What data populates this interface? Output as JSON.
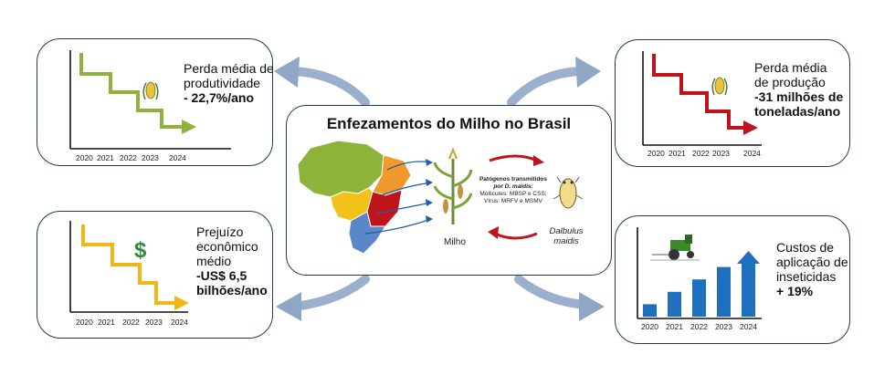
{
  "center": {
    "title": "Enfezamentos do Milho no Brasil",
    "milho_label": "Milho",
    "insect_label_1": "Dalbulus",
    "insect_label_2": "maidis",
    "pathogens_line1": "Patógenos transmitidos",
    "pathogens_line2": "por D. maidis:",
    "pathogens_line3": "Mollicutes: MBSP e CSS;",
    "pathogens_line4": "Vírus: MRFV e MSMV"
  },
  "years": [
    "2020",
    "2021",
    "2022",
    "2023",
    "2024"
  ],
  "top_left": {
    "line1": "Perda média de",
    "line2": "produtividade",
    "value": "- 22,7%/ano",
    "color": "#8db33a",
    "icon": "corn-icon"
  },
  "top_right": {
    "line1": "Perda média",
    "line2": "de produção",
    "value1": "-31 milhões de",
    "value2": "toneladas/ano",
    "color": "#c0141c",
    "icon": "corn-icon"
  },
  "bottom_left": {
    "line1": "Prejuízo",
    "line2": "econômico",
    "line3": "médio",
    "value1": "-US$ 6,5",
    "value2": "bilhões/ano",
    "color": "#f2b619",
    "icon": "dollar-icon",
    "symbol": "$"
  },
  "bottom_right": {
    "line1": "Custos de",
    "line2": "aplicação de",
    "line3": "inseticidas",
    "value": "+ 19%",
    "color": "#1f6fbf",
    "icon": "tractor-icon"
  },
  "chart_data": {
    "type": "bar",
    "categories": [
      "2020",
      "2021",
      "2022",
      "2023",
      "2024"
    ],
    "values": [
      1,
      2,
      3,
      4,
      5
    ],
    "title": "",
    "xlabel": "",
    "ylabel": ""
  }
}
